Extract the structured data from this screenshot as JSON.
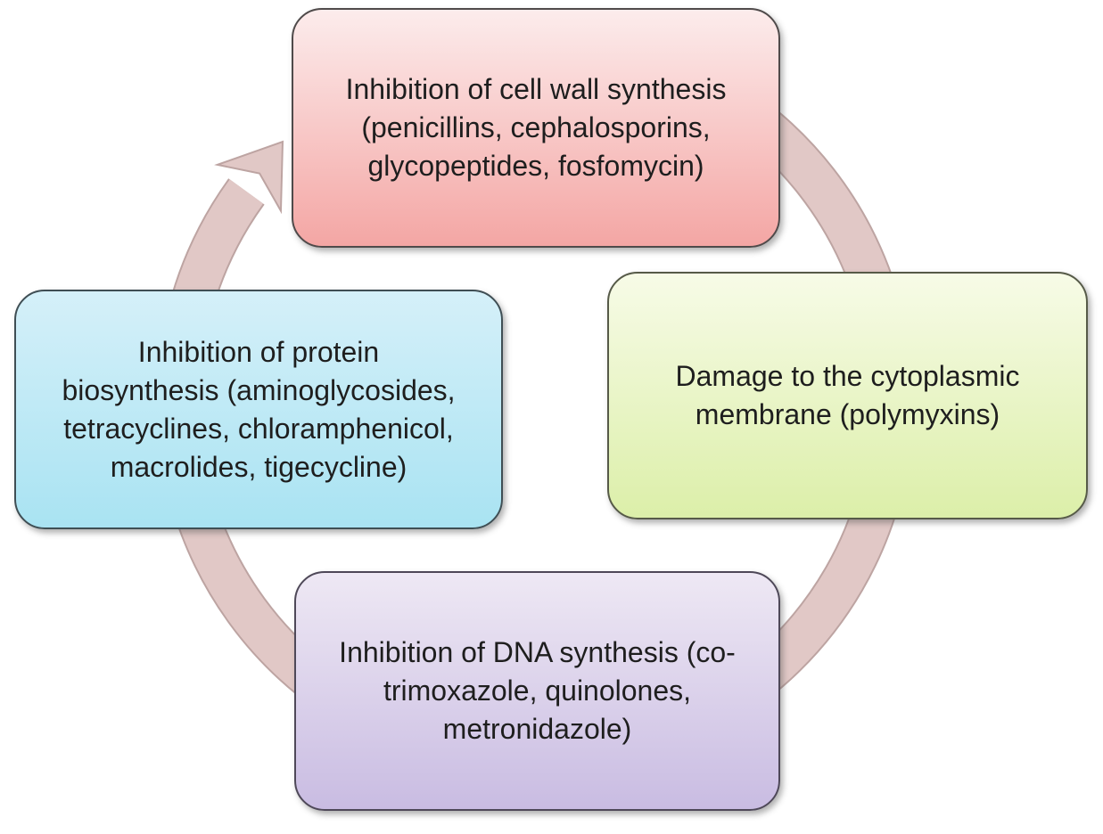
{
  "figure": {
    "type": "cycle-diagram",
    "subject": "Mechanisms of action of antibiotics",
    "background_color": "#ffffff",
    "arrow": {
      "direction": "clockwise",
      "fill": "#e1c8c6",
      "edge": "#bda4a2"
    },
    "nodes": [
      {
        "position": "top",
        "label": "Inhibition of cell wall synthesis\n(penicillins, cephalosporins,\nglycopeptides, fosfomycin)",
        "fill_top": "#fcecec",
        "fill_bottom": "#f4a6a4",
        "border": "#4f4a4a"
      },
      {
        "position": "right",
        "label": "Damage to the cytoplasmic\nmembrane (polymyxins)",
        "fill_top": "#f7fbe7",
        "fill_bottom": "#dcefa9",
        "border": "#565a48"
      },
      {
        "position": "bottom",
        "label": "Inhibition of DNA synthesis (co-\ntrimoxazole, quinolones,\nmetronidazole)",
        "fill_top": "#eee8f4",
        "fill_bottom": "#c9bce2",
        "border": "#4e4858"
      },
      {
        "position": "left",
        "label": "Inhibition of protein\nbiosynthesis (aminoglycosides,\ntetracyclines, chloramphenicol,\nmacrolides, tigecycline)",
        "fill_top": "#d5f0f9",
        "fill_bottom": "#a9e3f2",
        "border": "#3f4e54"
      }
    ]
  }
}
